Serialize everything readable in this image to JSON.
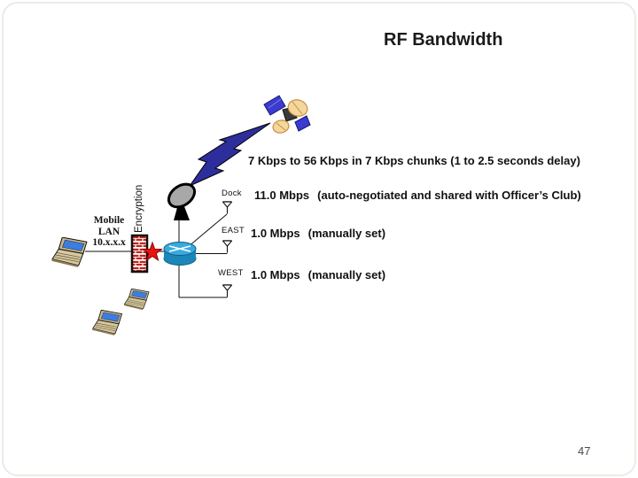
{
  "slide": {
    "title": "RF Bandwidth",
    "page_number": "47"
  },
  "link": {
    "label": "7 Kbps to 56 Kbps in 7 Kbps chunks (1 to 2.5 seconds delay)"
  },
  "network": {
    "encryption_label": "Encryption",
    "mobile_lan": {
      "line1": "Mobile",
      "line2": "LAN",
      "line3": "10.x.x.x"
    },
    "access_points": [
      {
        "name": "Dock",
        "bandwidth": "11.0 Mbps",
        "note": "(auto-negotiated and shared with Officer’s Club)"
      },
      {
        "name": "EAST",
        "bandwidth": "1.0 Mbps",
        "note": "(manually set)"
      },
      {
        "name": "WEST",
        "bandwidth": "1.0 Mbps",
        "note": "(manually set)"
      }
    ],
    "icons": {
      "satellite": "satellite-icon",
      "lightning": "lightning-bolt-icon",
      "dish": "dish-antenna-icon",
      "router": "router-icon",
      "firewall": "firewall-icon",
      "star": "encryption-star-icon",
      "laptop": "laptop-icon",
      "antenna": "antenna-icon"
    }
  },
  "colors": {
    "bolt_blue": "#2d2d9b",
    "router_blue_top": "#38aade",
    "router_blue_side": "#1c86b8",
    "brick_red": "#c3241c",
    "star_red": "#e8150f",
    "laptop_screen_blue": "#3b7de0",
    "laptop_body_tan": "#d8c9a0",
    "satellite_panel_blue": "#3b3bd0",
    "satellite_dish_tan": "#f4d79e",
    "dish_gray": "#a8a8a8",
    "text_black": "#111111",
    "page_number_gray": "#4a4a4a"
  }
}
